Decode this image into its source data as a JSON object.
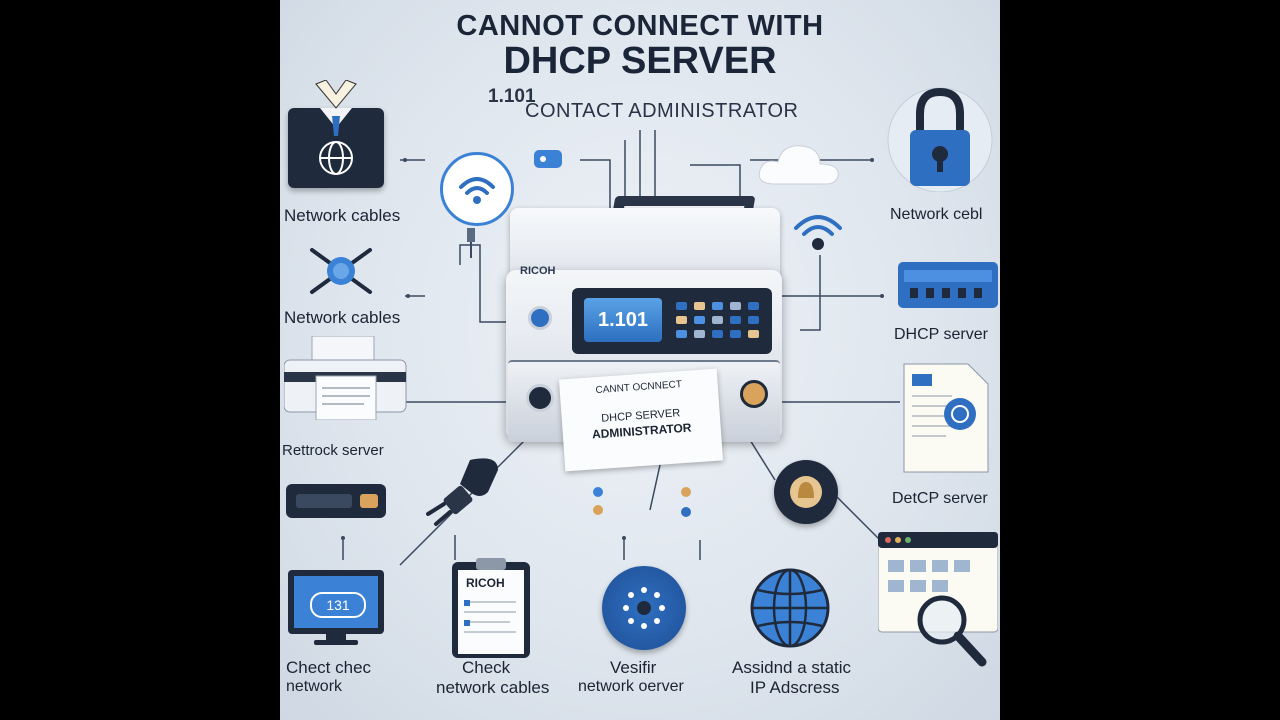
{
  "title": {
    "line1": "CANNOT CONNECT WITH",
    "line2": "DHCP SERVER",
    "code": "1.101",
    "subtitle": "CONTACT ADMINISTRATOR"
  },
  "printer": {
    "brand": "RICOH",
    "screen": "1.101",
    "paper_line1": "CANNT OCNNECT",
    "paper_line2": "DHCP SERVER",
    "paper_line3": "ADMINISTRATOR"
  },
  "labels": {
    "left_network_cables_1": "Network cables",
    "left_network_cables_2": "Network cables",
    "left_rettrock_server": "Rettrock server",
    "right_network_cebl": "Network cebl",
    "right_dhcp_server": "DHCP server",
    "right_detcp_server": "DetCP server",
    "bottom_check_1a": "Chect chec",
    "bottom_check_1b": "network",
    "bottom_check_2a": "Check",
    "bottom_check_2b": "network cables",
    "bottom_verify_a": "Vesifir",
    "bottom_verify_b": "network oerver",
    "bottom_assign_a": "Assidnd a static",
    "bottom_assign_b": "IP Adscress"
  },
  "icons": {
    "clipboard_brand": "RICOH",
    "monitor_text": "131"
  },
  "colors": {
    "accent": "#2f6fc2",
    "dark": "#1f2a3c",
    "background": "#dfe6ee"
  }
}
